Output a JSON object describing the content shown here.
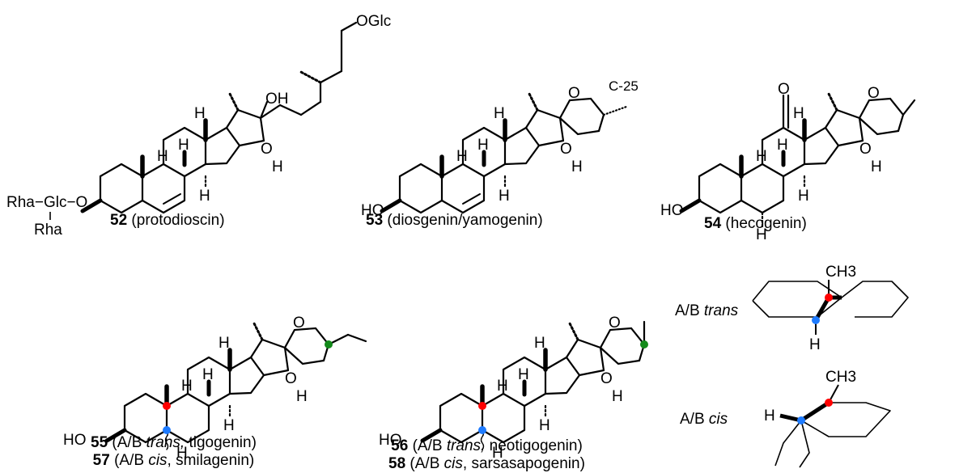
{
  "compounds": [
    {
      "number": "52",
      "name": "(protodioscin)"
    },
    {
      "number": "53",
      "name": "(diosgenin/yamogenin)"
    },
    {
      "number": "54",
      "name": "(hecogenin)"
    },
    {
      "number": "55",
      "pre": "(A/B ",
      "stereo": "trans,",
      "post": " tigogenin)"
    },
    {
      "number": "57",
      "pre": "(A/B ",
      "stereo": "cis",
      "post": ", smilagenin)"
    },
    {
      "number": "56",
      "pre": "(A/B ",
      "stereo": "trans,",
      "post": " neotigogenin)"
    },
    {
      "number": "58",
      "pre": "(A/B ",
      "stereo": "cis",
      "post": ", sarsasapogenin)"
    }
  ],
  "atoms": {
    "oglc": "OGlc",
    "oh": "OH",
    "o": "O",
    "h": "H",
    "ho": "HO",
    "c25": "C-25",
    "rha_glc_o": "Rha−Glc−O",
    "rha": "Rha",
    "ch3": "CH3"
  },
  "conformations": {
    "trans_prefix": "A/B ",
    "trans_word": "trans",
    "cis_prefix": "A/B ",
    "cis_word": "cis"
  },
  "colors": {
    "c10_marker": "#ff0000",
    "c5_marker": "#1e7bff",
    "c25_marker": "#138a1a"
  }
}
